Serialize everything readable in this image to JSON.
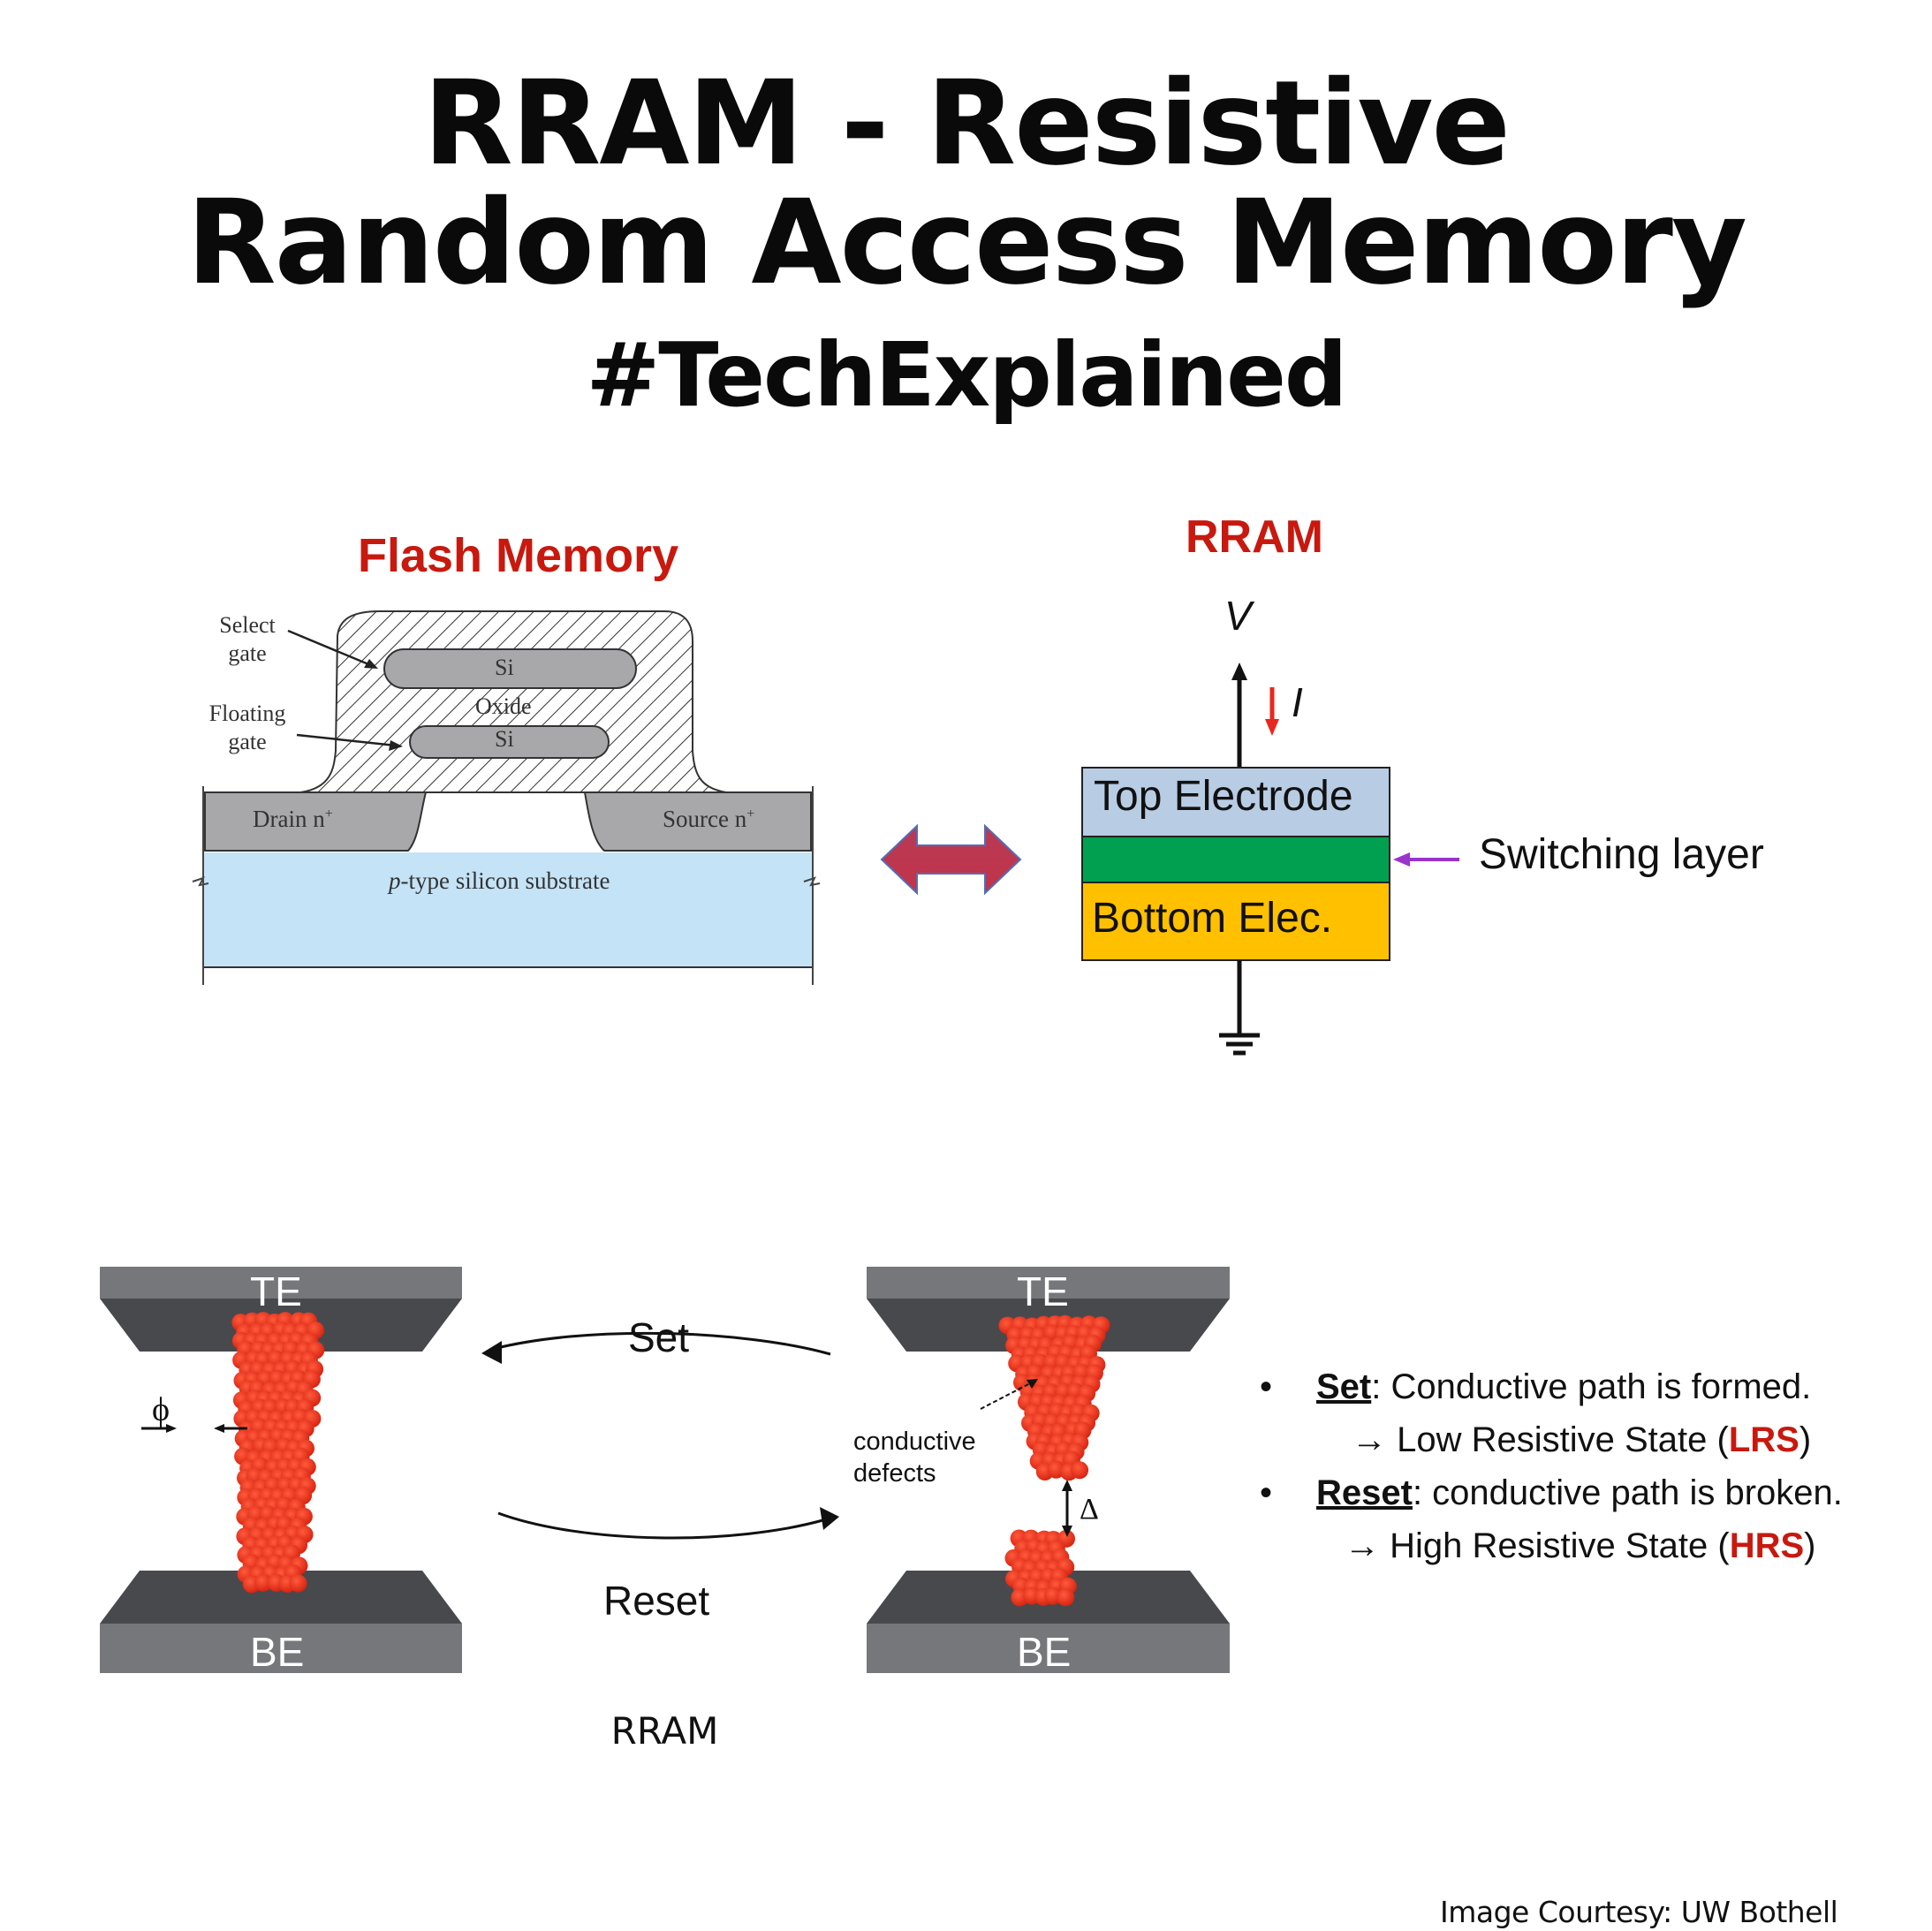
{
  "header": {
    "title_line1": "RRAM - Resistive",
    "title_line2": "Random Access Memory",
    "hashtag": "#TechExplained"
  },
  "flash_diagram": {
    "title": "Flash Memory",
    "labels": {
      "select_gate": [
        "Select",
        "gate"
      ],
      "floating_gate": [
        "Floating",
        "gate"
      ],
      "si_top": "Si",
      "si_bottom": "Si",
      "oxide": "Oxide",
      "drain": "Drain n",
      "source": "Source n",
      "superscript": "+",
      "substrate_italic": "p",
      "substrate": "-type silicon substrate"
    }
  },
  "comparison_arrow": {
    "icon": "double-arrow-icon",
    "color": "#c0394b"
  },
  "rram_stack": {
    "title": "RRAM",
    "voltage_label": "V",
    "current_label": "I",
    "top_electrode": "Top Electrode",
    "bottom_electrode": "Bottom Elec.",
    "switching_layer": "Switching layer",
    "colors": {
      "top_electrode": "#b8cce4",
      "switching_layer": "#00a050",
      "bottom_electrode": "#ffc000",
      "current_arrow": "#e8271f",
      "pointer_arrow": "#9933cc"
    }
  },
  "filament_diagram": {
    "left_cell": {
      "top": "TE",
      "bottom": "BE",
      "diameter_symbol": "ϕ"
    },
    "right_cell": {
      "top": "TE",
      "bottom": "BE",
      "gap_symbol": "Δ",
      "annotation_line1": "conductive",
      "annotation_line2": "defects"
    },
    "set_label": "Set",
    "reset_label": "Reset",
    "caption": "RRAM",
    "filament_color": "#e8321e"
  },
  "explanation": {
    "items": [
      {
        "term": "Set",
        "text": ": Conductive path is formed.",
        "result_prefix": "→ Low Resistive State (",
        "result_abbr": "LRS",
        "result_suffix": ")"
      },
      {
        "term": "Reset",
        "text": ": conductive path is broken.",
        "result_prefix": "→ High Resistive State (",
        "result_abbr": "HRS",
        "result_suffix": ")"
      }
    ],
    "bullet": "•"
  },
  "footer": {
    "credit": "Image Courtesy: UW Bothell"
  }
}
